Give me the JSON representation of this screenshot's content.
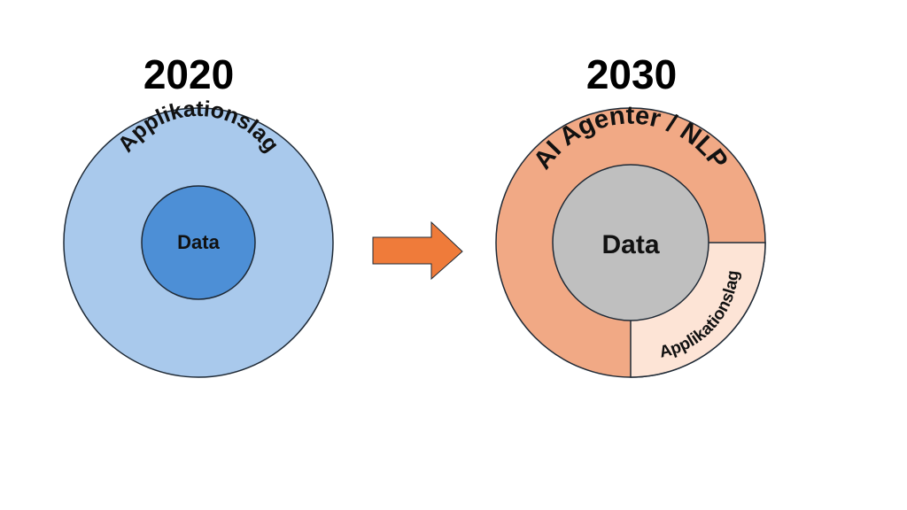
{
  "left": {
    "year": "2020",
    "outer_label": "Applikationslag",
    "inner_label": "Data"
  },
  "right": {
    "year": "2030",
    "outer_label": "AI Agenter / NLP",
    "inner_label": "Data",
    "segment_label": "Applikationslag"
  },
  "colors": {
    "left_outer": "#a9c9ec",
    "left_inner": "#4d8fd6",
    "right_outer": "#f1a985",
    "right_segment": "#fde4d6",
    "right_inner": "#bfbfbf",
    "arrow": "#ef7b3a",
    "stroke": "#1f2a36"
  }
}
